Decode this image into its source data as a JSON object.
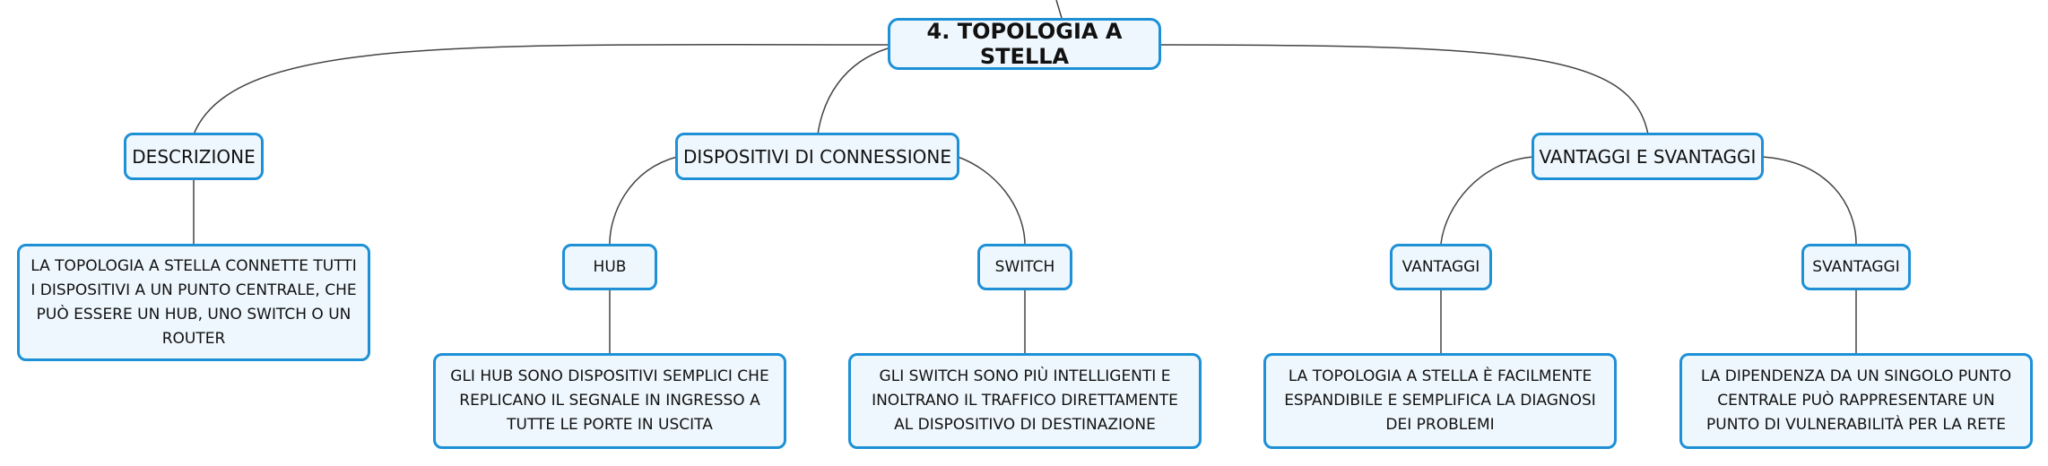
{
  "colors": {
    "node_border": "#1e90d6",
    "node_fill": "#eef7fd",
    "connector": "#444444"
  },
  "root": {
    "title": "4. TOPOLOGIA A STELLA"
  },
  "branches": {
    "descrizione": {
      "label": "DESCRIZIONE",
      "text": "LA TOPOLOGIA A STELLA CONNETTE TUTTI I DISPOSITIVI A UN PUNTO CENTRALE, CHE PUÒ ESSERE UN HUB, UNO SWITCH O UN ROUTER"
    },
    "dispositivi": {
      "label": "DISPOSITIVI DI CONNESSIONE",
      "hub": {
        "label": "HUB",
        "text": "GLI HUB SONO DISPOSITIVI SEMPLICI CHE REPLICANO IL SEGNALE IN INGRESSO A TUTTE LE PORTE IN USCITA"
      },
      "switch": {
        "label": "SWITCH",
        "text": "GLI SWITCH SONO PIÙ INTELLIGENTI E INOLTRANO IL TRAFFICO DIRETTAMENTE AL DISPOSITIVO DI DESTINAZIONE"
      }
    },
    "vantaggi_svantaggi": {
      "label": "VANTAGGI E SVANTAGGI",
      "vantaggi": {
        "label": "VANTAGGI",
        "text": "LA TOPOLOGIA A STELLA È FACILMENTE ESPANDIBILE E SEMPLIFICA LA DIAGNOSI DEI PROBLEMI"
      },
      "svantaggi": {
        "label": "SVANTAGGI",
        "text": "LA DIPENDENZA DA UN SINGOLO PUNTO CENTRALE PUÒ RAPPRESENTARE UN PUNTO DI VULNERABILITÀ PER LA RETE"
      }
    }
  }
}
